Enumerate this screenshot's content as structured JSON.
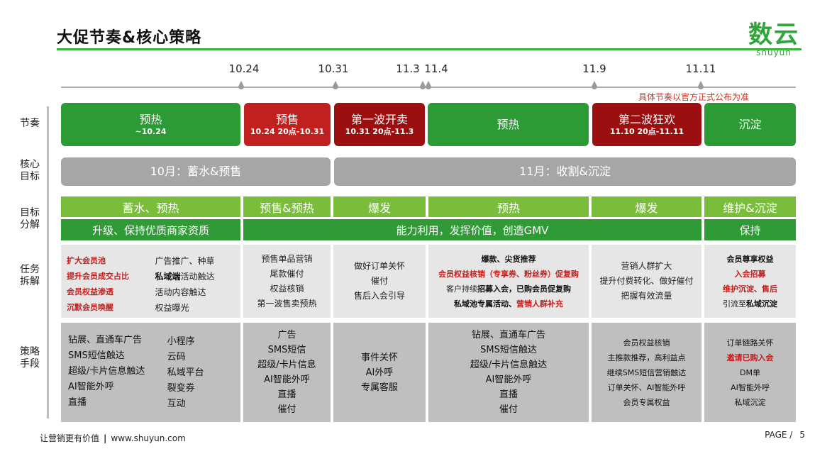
{
  "header": {
    "title": "大促节奏&核心策略"
  },
  "logo": {
    "main": "数云",
    "sub": "shuyun"
  },
  "timeline": {
    "dates": [
      "10.24",
      "10.31",
      "11.3",
      "11.4",
      "11.9",
      "11.11"
    ],
    "note": "具体节奏以官方正式公布为准"
  },
  "row_labels": {
    "rhythm": "节奏",
    "goal_1": "核心",
    "goal_2": "目标",
    "breakdown_1": "目标",
    "breakdown_2": "分解",
    "tasks_1": "任务",
    "tasks_2": "拆解",
    "strategy_1": "策略",
    "strategy_2": "手段"
  },
  "rhythm": [
    {
      "title": "预热",
      "sub": "~10.24"
    },
    {
      "title": "预售",
      "sub": "10.24 20点-10.31"
    },
    {
      "title": "第一波开卖",
      "sub": "10.31 20点-11.3"
    },
    {
      "title": "预热",
      "sub": ""
    },
    {
      "title": "第二波狂欢",
      "sub": "11.10 20点-11.11"
    },
    {
      "title": "沉淀",
      "sub": ""
    }
  ],
  "goals": [
    "10月：蓄水&预售",
    "11月：收割&沉淀"
  ],
  "breakdown_top": [
    "蓄水、预热",
    "预售&预热",
    "爆发",
    "预热",
    "爆发",
    "维护&沉淀"
  ],
  "breakdown_bottom": [
    "升级、保持优质商家资质",
    "能力利用，发挥价值，创造GMV",
    "保持"
  ],
  "tasks": {
    "c1_left": [
      "扩大会员池",
      "提升会员成交占比",
      "会员权益渗透",
      "沉默会员唤醒"
    ],
    "c1_right": [
      "广告推广、种草",
      "私域端",
      "活动触达",
      "活动内容触达",
      "权益曝光"
    ],
    "c2": [
      "预售单品营销",
      "尾款催付",
      "权益核销",
      "第一波售卖预热"
    ],
    "c3": [
      "做好订单关怀",
      "催付",
      "售后入会引导"
    ],
    "c4": [
      "爆款、尖货推荐",
      "会员权益核销（专享券、粉丝券）促复购",
      "客户持续",
      "招募入会",
      "，已购会员促复购",
      "私域池专属活动、",
      "营销人群补充"
    ],
    "c5": [
      "营销人群扩大",
      "提升付费转化、做好催付",
      "把握有效流量"
    ],
    "c6": [
      "会员尊享权益",
      "入会招募",
      "维护沉淀、售后",
      "引流至",
      "私域沉淀"
    ]
  },
  "strategy": {
    "c1_left": [
      "钻展、直通车广告",
      "SMS短信触达",
      "超级/卡片信息触达",
      "AI智能外呼",
      "直播"
    ],
    "c1_right": [
      "小程序",
      "云码",
      "私域平台",
      "裂变券",
      "互动"
    ],
    "c2": [
      "广告",
      "SMS短信",
      "超级/卡片信息",
      "AI智能外呼",
      "直播",
      "催付"
    ],
    "c3": [
      "事件关怀",
      "AI外呼",
      "专属客服"
    ],
    "c4": [
      "钻展、直通车广告",
      "SMS短信触达",
      "超级/卡片信息触达",
      "AI智能外呼",
      "直播",
      "催付"
    ],
    "c5": [
      "会员权益核销",
      "主推款推荐，高利益点",
      "继续SMS短信营销触达",
      "订单关怀、AI智能外呼",
      "会员专属权益"
    ],
    "c6": [
      "订单链路关怀",
      "邀请已购入会",
      "DM单",
      "AI智能外呼",
      "私域沉淀"
    ]
  },
  "footer": {
    "slogan": "让营销更有价值",
    "sep": "|",
    "url": "www.shuyun.com",
    "page_label": "PAGE /",
    "page_num": "5"
  },
  "colors": {
    "brand_green": "#3db33c",
    "red": "#c0201e",
    "dark_red": "#9b0f10"
  }
}
